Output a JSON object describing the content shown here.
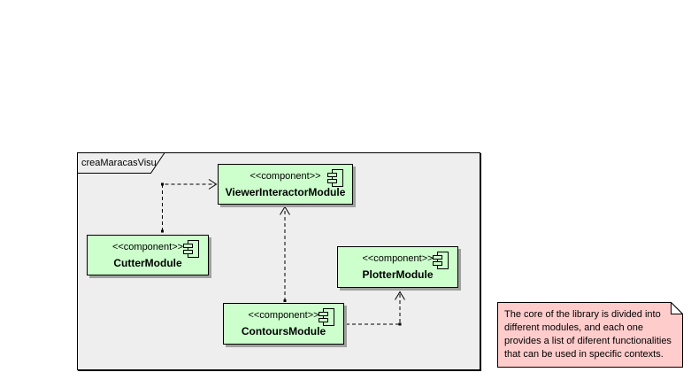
{
  "diagram": {
    "frame_label": "creaMaracasVisu"
  },
  "components": [
    {
      "stereotype": "<<component>>",
      "name": "ViewerInteractorModule"
    },
    {
      "stereotype": "<<component>>",
      "name": "CutterModule"
    },
    {
      "stereotype": "<<component>>",
      "name": "PlotterModule"
    },
    {
      "stereotype": "<<component>>",
      "name": "ContoursModule"
    }
  ],
  "relations": [
    {
      "from": "CutterModule",
      "to": "ViewerInteractorModule",
      "type": "dependency",
      "line_style": "dashed-open-arrow"
    },
    {
      "from": "ContoursModule",
      "to": "ViewerInteractorModule",
      "type": "dependency",
      "line_style": "dashed-open-arrow"
    },
    {
      "from": "ContoursModule",
      "to": "PlotterModule",
      "type": "dependency",
      "line_style": "dashed-open-arrow"
    }
  ],
  "note": {
    "lines": [
      "The core of the library is divided into",
      "different modules, and each one",
      "provides a list of diferent functionalities",
      "that can be used in specific contexts."
    ]
  },
  "colors": {
    "component_fill": "#ccffcc",
    "frame_fill": "#eeeeee",
    "note_fill": "#ffcccc",
    "shadow": "#a0a0a0",
    "line": "#000000"
  }
}
